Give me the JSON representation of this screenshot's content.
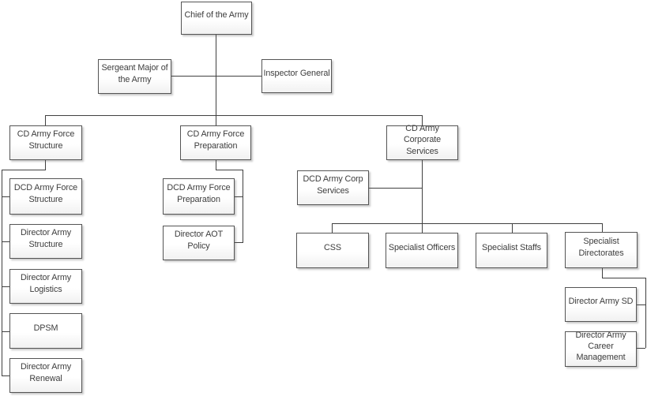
{
  "diagram": {
    "type": "org-chart",
    "nodes": [
      {
        "id": "chief",
        "label": "Chief of the Army"
      },
      {
        "id": "sma",
        "label": "Sergeant Major of the Army"
      },
      {
        "id": "ig",
        "label": "Inspector General"
      },
      {
        "id": "cd-afs",
        "label": "CD Army Force Structure"
      },
      {
        "id": "cd-afp",
        "label": "CD Army Force Preparation"
      },
      {
        "id": "cd-acs",
        "label": "CD Army Corporate Services"
      },
      {
        "id": "dcd-afs",
        "label": "DCD Army Force Structure"
      },
      {
        "id": "dir-as",
        "label": "Director Army Structure"
      },
      {
        "id": "dir-al",
        "label": "Director Army Logistics"
      },
      {
        "id": "dpsm",
        "label": "DPSM"
      },
      {
        "id": "dir-ar",
        "label": "Director Army Renewal"
      },
      {
        "id": "dcd-afp",
        "label": "DCD Army Force Preparation"
      },
      {
        "id": "dir-aot",
        "label": "Director AOT Policy"
      },
      {
        "id": "dcd-acs",
        "label": "DCD Army Corp Services"
      },
      {
        "id": "css",
        "label": "CSS"
      },
      {
        "id": "so",
        "label": "Specialist Officers"
      },
      {
        "id": "ss",
        "label": "Specialist Staffs"
      },
      {
        "id": "sd",
        "label": "Specialist Directorates"
      },
      {
        "id": "dir-sd",
        "label": "Director Army SD"
      },
      {
        "id": "dir-cm",
        "label": "Director Army Career Management"
      }
    ],
    "edges": [
      [
        "chief",
        "sma"
      ],
      [
        "chief",
        "ig"
      ],
      [
        "chief",
        "cd-afs"
      ],
      [
        "chief",
        "cd-afp"
      ],
      [
        "chief",
        "cd-acs"
      ],
      [
        "cd-afs",
        "dcd-afs"
      ],
      [
        "cd-afs",
        "dir-as"
      ],
      [
        "cd-afs",
        "dir-al"
      ],
      [
        "cd-afs",
        "dpsm"
      ],
      [
        "cd-afs",
        "dir-ar"
      ],
      [
        "cd-afp",
        "dcd-afp"
      ],
      [
        "cd-afp",
        "dir-aot"
      ],
      [
        "cd-acs",
        "dcd-acs"
      ],
      [
        "cd-acs",
        "css"
      ],
      [
        "cd-acs",
        "so"
      ],
      [
        "cd-acs",
        "ss"
      ],
      [
        "cd-acs",
        "sd"
      ],
      [
        "sd",
        "dir-sd"
      ],
      [
        "sd",
        "dir-cm"
      ]
    ],
    "colors": {
      "background": "#ffffff",
      "box_fill": "#ffffff",
      "box_border": "#555555",
      "line": "#404040",
      "text": "#3d3d3d"
    }
  }
}
